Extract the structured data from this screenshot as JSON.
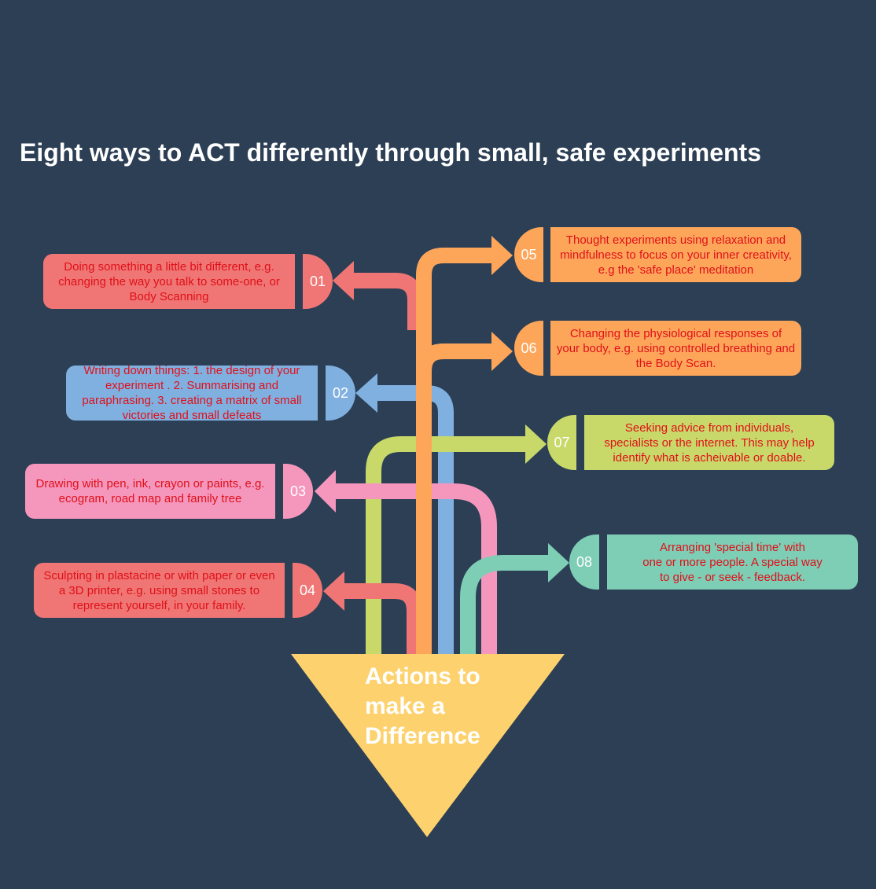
{
  "title": "Eight ways to ACT differently through small, safe experiments",
  "center": {
    "label": "Actions to\nmake a\nDifference",
    "color": "#fdd26e"
  },
  "items": [
    {
      "num": "01",
      "text": "Doing something a little bit different, e.g.\nchanging the way you talk to some-one, or\nBody Scanning",
      "color": "#ef7674"
    },
    {
      "num": "02",
      "text": "Writing down things: 1.  the design of your\nexperiment . 2. Summarising and\nparaphrasing.  3. creating a matrix of small\nvictories and small defeats",
      "color": "#80b0e0"
    },
    {
      "num": "03",
      "text": "Drawing with pen, ink, crayon or paints, e.g.\necogram, road map and family tree",
      "color": "#f597bd"
    },
    {
      "num": "04",
      "text": "Sculpting in plastacine or with paper or even\na 3D printer, e.g. using small stones to\nrepresent yourself, in your family.",
      "color": "#ef7674"
    },
    {
      "num": "05",
      "text": "Thought experiments using relaxation and\nmindfulness to focus on your inner creativity,\ne.g the 'safe place' meditation",
      "color": "#fda65a"
    },
    {
      "num": "06",
      "text": "Changing the physiological responses of\nyour body, e.g. using controlled breathing and\nthe Body Scan.",
      "color": "#fda65a"
    },
    {
      "num": "07",
      "text": "Seeking advice from individuals,\nspecialists or the internet. This may help\nidentify what is acheivable or doable.",
      "color": "#c8d96a"
    },
    {
      "num": "08",
      "text": "Arranging 'special time' with\none or more people. A special way\nto give - or seek - feedback.",
      "color": "#7ecdb5"
    }
  ]
}
